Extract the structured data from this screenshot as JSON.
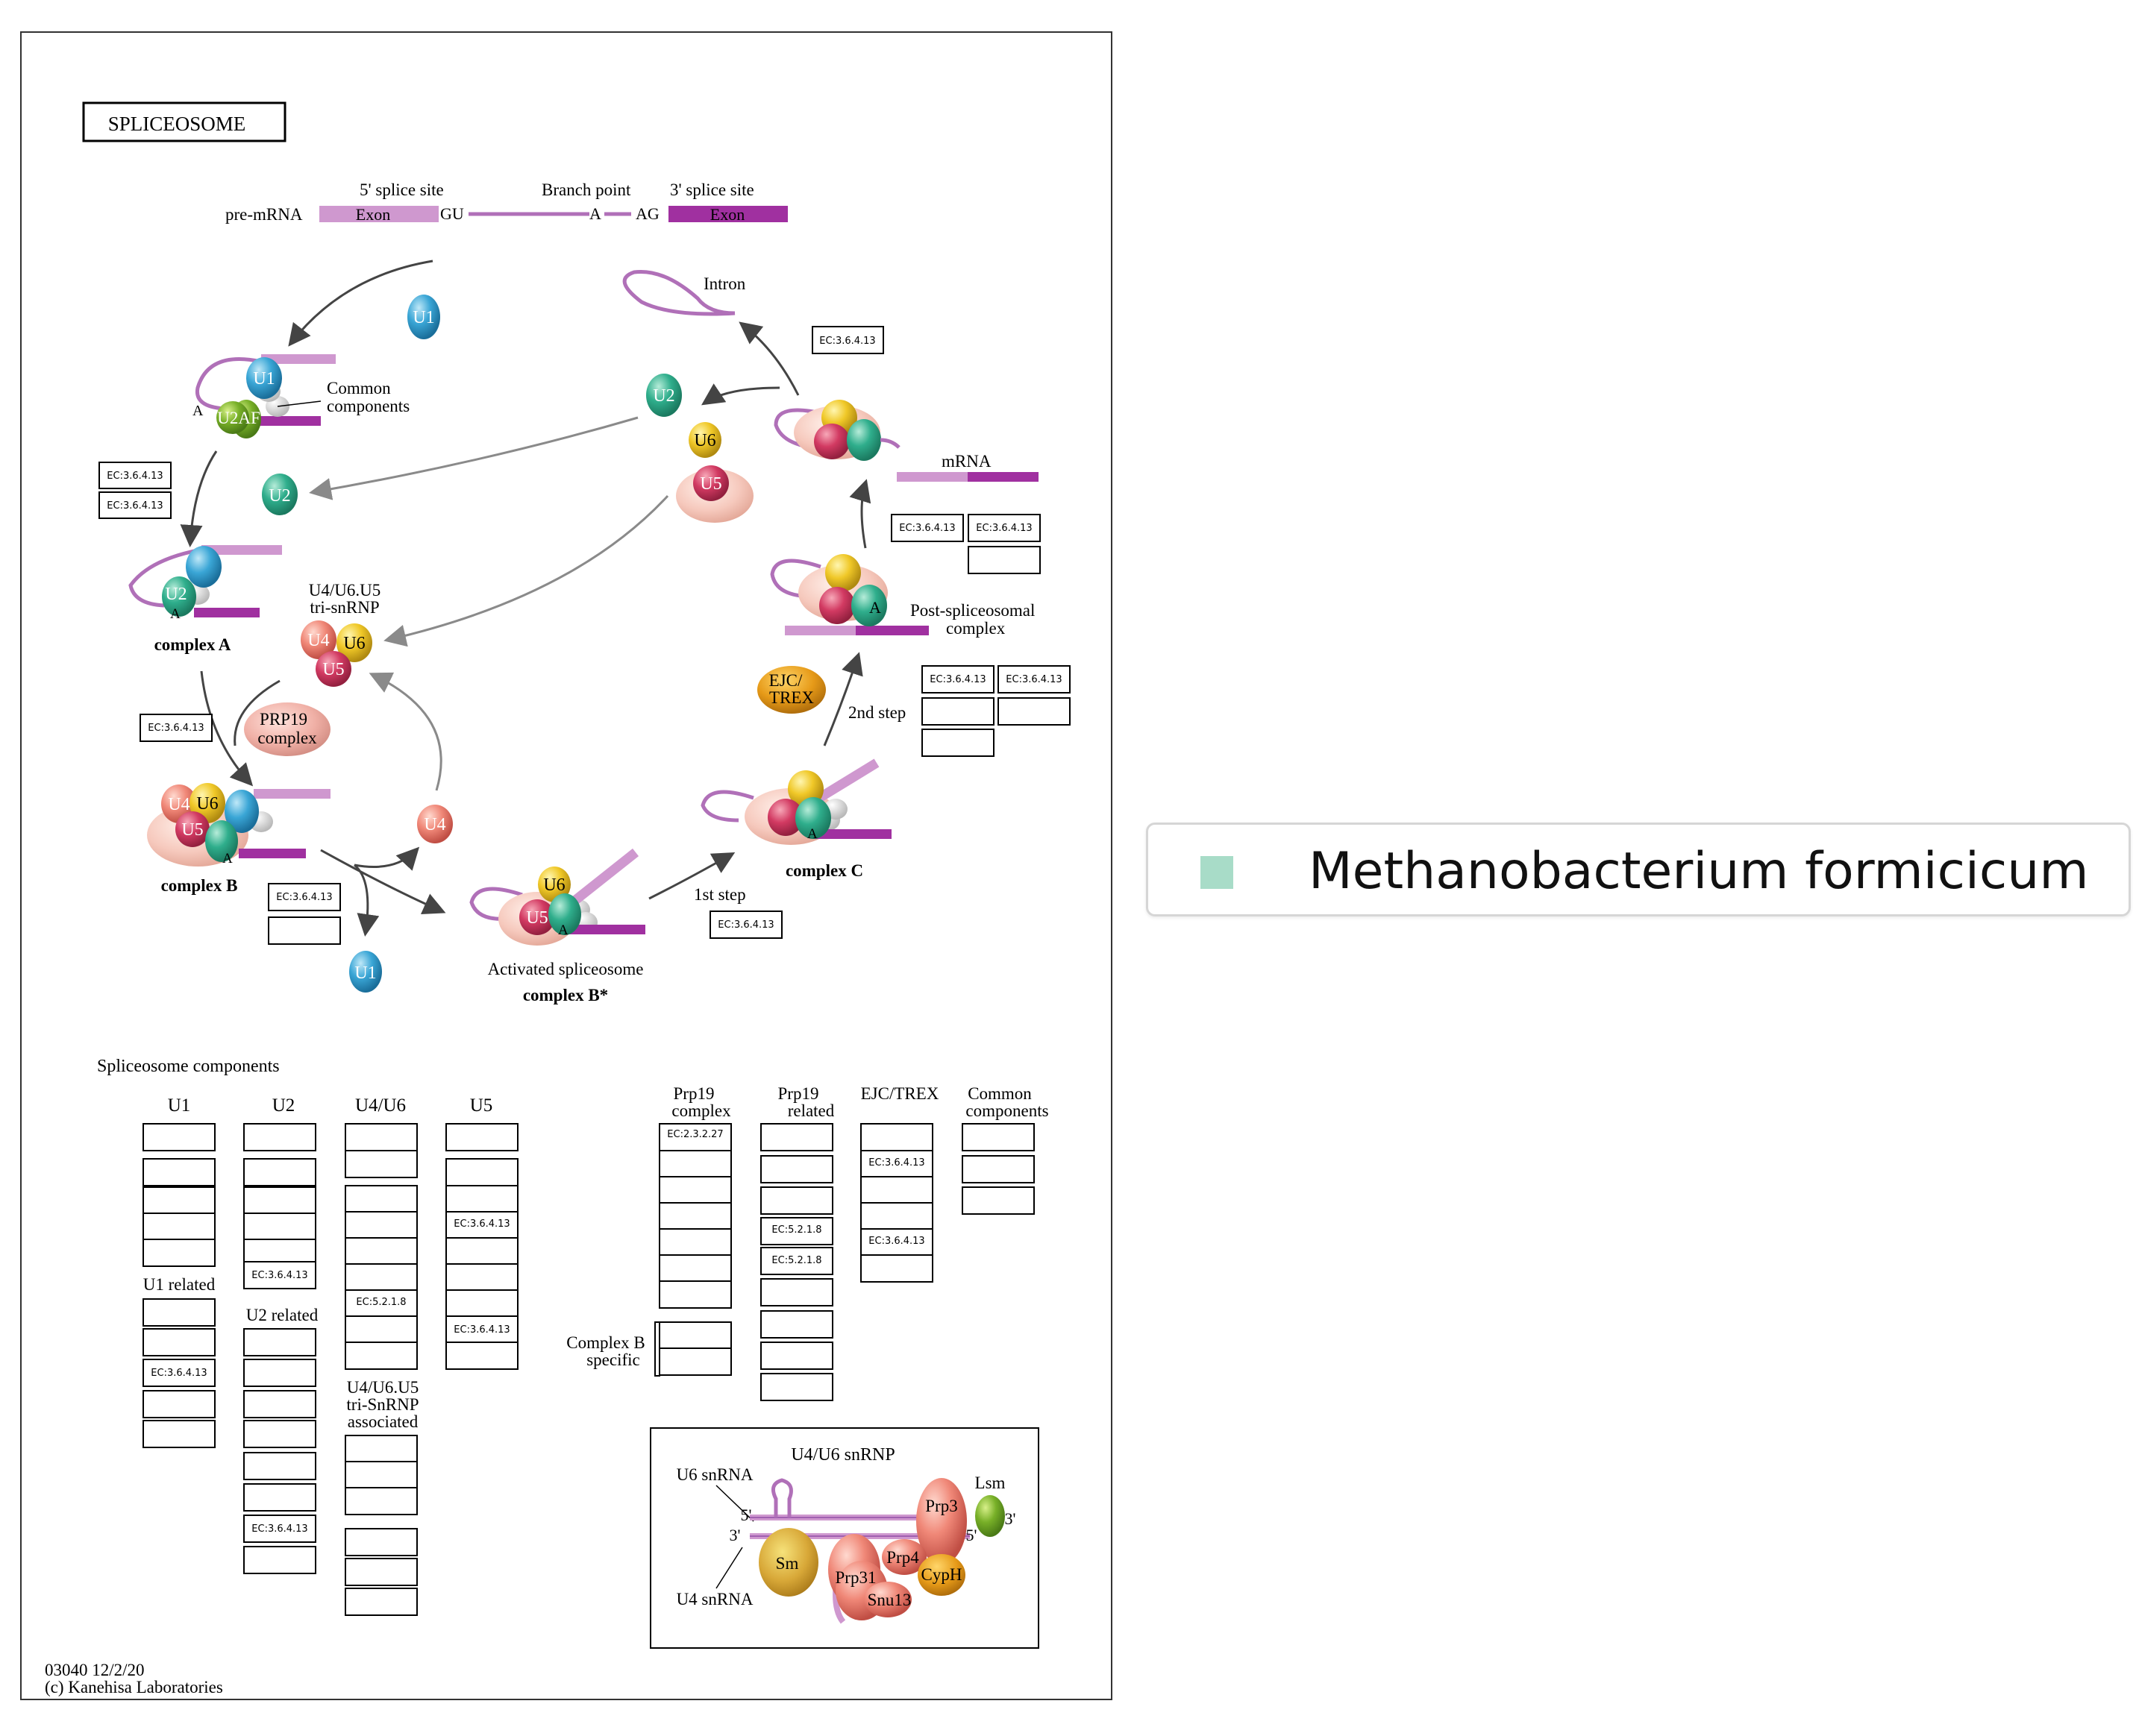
{
  "diagram": {
    "title": "SPLICEOSOME",
    "premrna": {
      "label": "pre-mRNA",
      "five_site": "5' splice site",
      "branch_point": "Branch point",
      "three_site": "3' splice site",
      "exon1": "Exon",
      "exon2": "Exon",
      "gu": "GU",
      "a": "A",
      "ag": "AG"
    },
    "labels": {
      "intron": "Intron",
      "mrna": "mRNA",
      "common_1": "Common",
      "common_2": "components",
      "tri_1": "U4/U6.U5",
      "tri_2": "tri-snRNP",
      "prp19_1": "PRP19",
      "prp19_2": "complex",
      "ejc_1": "EJC/",
      "ejc_2": "TREX",
      "post_1": "Post-spliceosomal",
      "post_2": "complex",
      "step1": "1st step",
      "step2": "2nd step",
      "complex_a": "complex A",
      "complex_b": "complex B",
      "activated": "Activated spliceosome",
      "complex_bstar": "complex B*",
      "complex_c": "complex C"
    },
    "snrnp": {
      "u1": "U1",
      "u2": "U2",
      "u2af": "U2AF",
      "u4": "U4",
      "u5": "U5",
      "u6": "U6",
      "a": "A"
    },
    "ec": "EC:3.6.4.13",
    "components": {
      "heading": "Spliceosome components",
      "u1": "U1",
      "u2": "U2",
      "u4u6": "U4/U6",
      "u5": "U5",
      "u1_related": "U1 related",
      "u2_related": "U2 related",
      "tri_assoc_1": "U4/U6.U5",
      "tri_assoc_2": "tri-SnRNP",
      "tri_assoc_3": "associated",
      "prp19_1": "Prp19",
      "prp19_2": "complex",
      "prp19rel_1": "Prp19",
      "prp19rel_2": "related",
      "ejctrex": "EJC/TREX",
      "common_1": "Common",
      "common_2": "components",
      "cb_1": "Complex B",
      "cb_2": "specific",
      "ec_2327": "EC:2.3.2.27",
      "ec_5218": "EC:5.2.1.8"
    },
    "inset": {
      "title": "U4/U6 snRNP",
      "u6snrna": "U6 snRNA",
      "u4snrna": "U4 snRNA",
      "lsm": "Lsm",
      "prp3": "Prp3",
      "prp4": "Prp4",
      "prp31": "Prp31",
      "cyph": "CypH",
      "snu13": "Snu13",
      "sm": "Sm",
      "five": "5'",
      "three": "3'"
    },
    "footer": {
      "line1": "03040 12/2/20",
      "line2": "(c) Kanehisa Laboratories"
    }
  },
  "legend": {
    "label": "Methanobacterium formicicum",
    "color": "#a8dcc8"
  }
}
